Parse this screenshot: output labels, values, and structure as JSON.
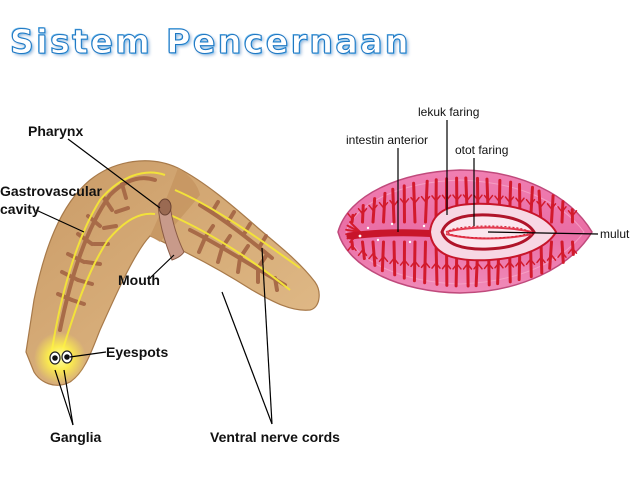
{
  "title": "Sistem Pencernaan",
  "colors": {
    "title_outline": "#1f77c2",
    "planaria_body": "#d6ac76",
    "planaria_gut": "#a86b48",
    "nerve_cord": "#f2e23a",
    "ganglia_glow": "#fff24a",
    "section_body": "#e873a6",
    "section_gut": "#d21a2c"
  },
  "left_diagram": {
    "labels": {
      "pharynx": "Pharynx",
      "gastro_line1": "Gastrovascular",
      "gastro_line2": "cavity",
      "mouth": "Mouth",
      "eyespots": "Eyespots",
      "ganglia": "Ganglia",
      "ventral": "Ventral nerve cords"
    }
  },
  "right_diagram": {
    "labels": {
      "lekuk": "lekuk faring",
      "intestin": "intestin anterior",
      "otot": "otot faring",
      "mulut": "mulut"
    }
  }
}
